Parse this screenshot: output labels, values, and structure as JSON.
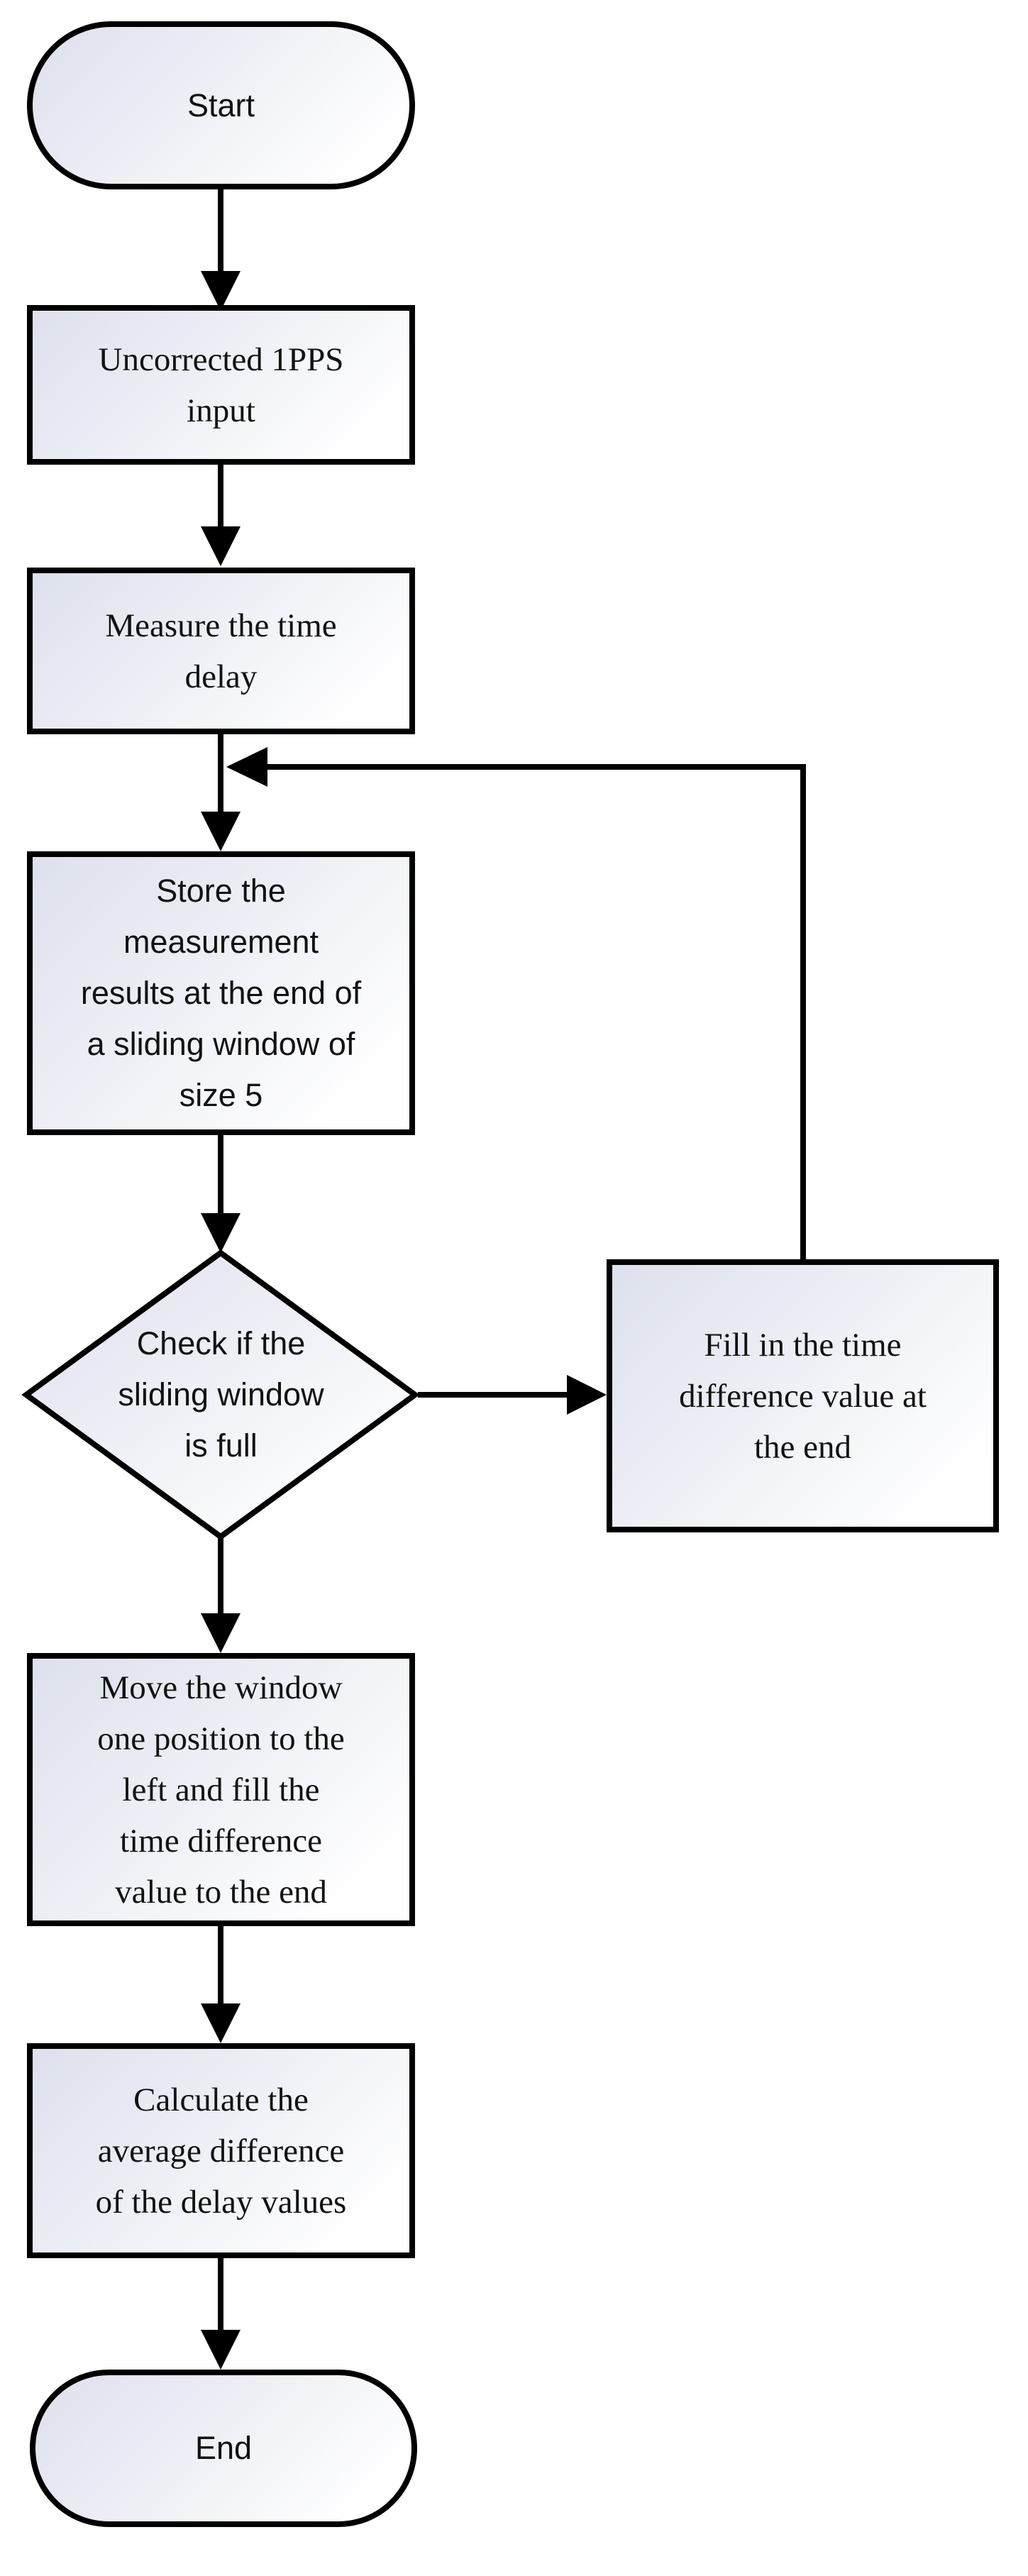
{
  "diagram": {
    "type": "flowchart",
    "background_color": "#ffffff",
    "line_color": "#000000",
    "node_fill_gradient": {
      "from": "#dde1ed",
      "to": "#ffffff"
    },
    "nodes": [
      {
        "id": "start",
        "shape": "terminator",
        "label": "Start"
      },
      {
        "id": "input",
        "shape": "process",
        "label": "Uncorrected 1PPS\ninput"
      },
      {
        "id": "measure",
        "shape": "process",
        "label": "Measure the time\ndelay"
      },
      {
        "id": "store",
        "shape": "process",
        "label": "Store the\nmeasurement\nresults at the end of\na sliding window of\nsize 5"
      },
      {
        "id": "check",
        "shape": "decision",
        "label": "Check if the\nsliding window\nis full"
      },
      {
        "id": "fill",
        "shape": "process",
        "label": "Fill in the time\ndifference value at\nthe end"
      },
      {
        "id": "move",
        "shape": "process",
        "label": "Move the window\none position to the\nleft and fill the\ntime difference\nvalue to the end"
      },
      {
        "id": "calc",
        "shape": "process",
        "label": "Calculate the\naverage difference\nof the delay values"
      },
      {
        "id": "end",
        "shape": "terminator",
        "label": "End"
      }
    ],
    "edges": [
      {
        "from": "start",
        "to": "input"
      },
      {
        "from": "input",
        "to": "measure"
      },
      {
        "from": "measure",
        "to": "store"
      },
      {
        "from": "store",
        "to": "check"
      },
      {
        "from": "check",
        "to": "fill"
      },
      {
        "from": "fill",
        "to": "junction-before-store"
      },
      {
        "from": "check",
        "to": "move"
      },
      {
        "from": "move",
        "to": "calc"
      },
      {
        "from": "calc",
        "to": "end"
      }
    ]
  }
}
